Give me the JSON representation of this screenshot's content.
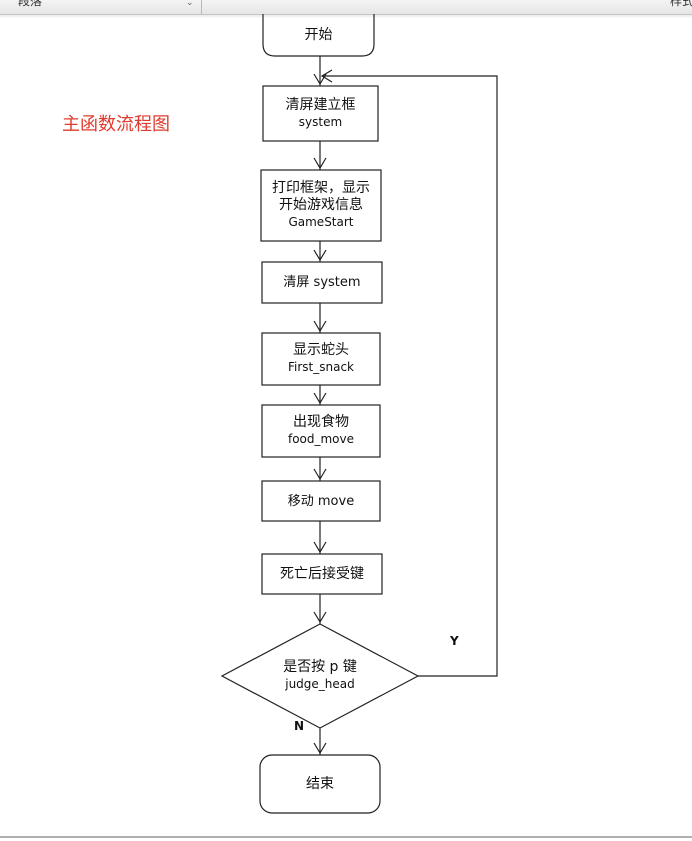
{
  "toolbar": {
    "left_label": "段落",
    "right_label": "样式"
  },
  "diagram": {
    "title": "主函数流程图",
    "nodes": {
      "start": {
        "label": "开始"
      },
      "clear_frame": {
        "label": "清屏建立框",
        "sub": "system"
      },
      "print_frame": {
        "label1": "打印框架，显示",
        "label2": "开始游戏信息",
        "sub": "GameStart"
      },
      "clear_screen": {
        "label": "清屏 system"
      },
      "show_head": {
        "label": "显示蛇头",
        "sub": "First_snack"
      },
      "food": {
        "label": "出现食物",
        "sub": "food_move"
      },
      "move": {
        "label": "移动 move"
      },
      "death": {
        "label": "死亡后接受键"
      },
      "decision": {
        "label": "是否按 p 键",
        "sub": "judge_head"
      },
      "end": {
        "label": "结束"
      }
    },
    "branch_yes": "Y",
    "branch_no": "N"
  }
}
